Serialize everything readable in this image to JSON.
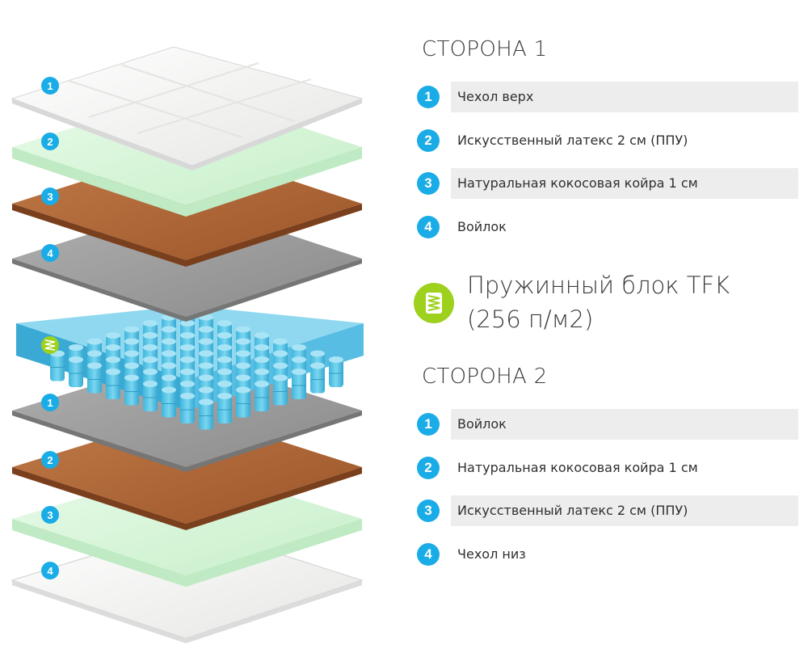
{
  "side1": {
    "title": "СТОРОНА 1",
    "items": [
      {
        "num": "1",
        "label": "Чехол верх"
      },
      {
        "num": "2",
        "label": "Искусственный латекс 2 см (ППУ)"
      },
      {
        "num": "3",
        "label": "Натуральная кокосовая койра 1 см"
      },
      {
        "num": "4",
        "label": "Войлок"
      }
    ]
  },
  "spring_block": {
    "label": "Пружинный блок TFK (256 п/м2)",
    "icon": "spring-icon"
  },
  "side2": {
    "title": "СТОРОНА 2",
    "items": [
      {
        "num": "1",
        "label": "Войлок"
      },
      {
        "num": "2",
        "label": "Натуральная кокосовая койра 1 см"
      },
      {
        "num": "3",
        "label": "Искусственный латекс 2 см (ППУ)"
      },
      {
        "num": "4",
        "label": "Чехол низ"
      }
    ]
  },
  "diagram": {
    "layers_top": [
      "1",
      "2",
      "3",
      "4"
    ],
    "layers_bottom": [
      "1",
      "2",
      "3",
      "4"
    ],
    "colors": {
      "cover": "#f4f4f2",
      "latex": "#d9f5dc",
      "coir": "#b4683a",
      "felt": "#9c9c9c",
      "springs": "#4fc3e6",
      "badge": "#1aace6",
      "spring_badge": "#9dd11e"
    }
  }
}
